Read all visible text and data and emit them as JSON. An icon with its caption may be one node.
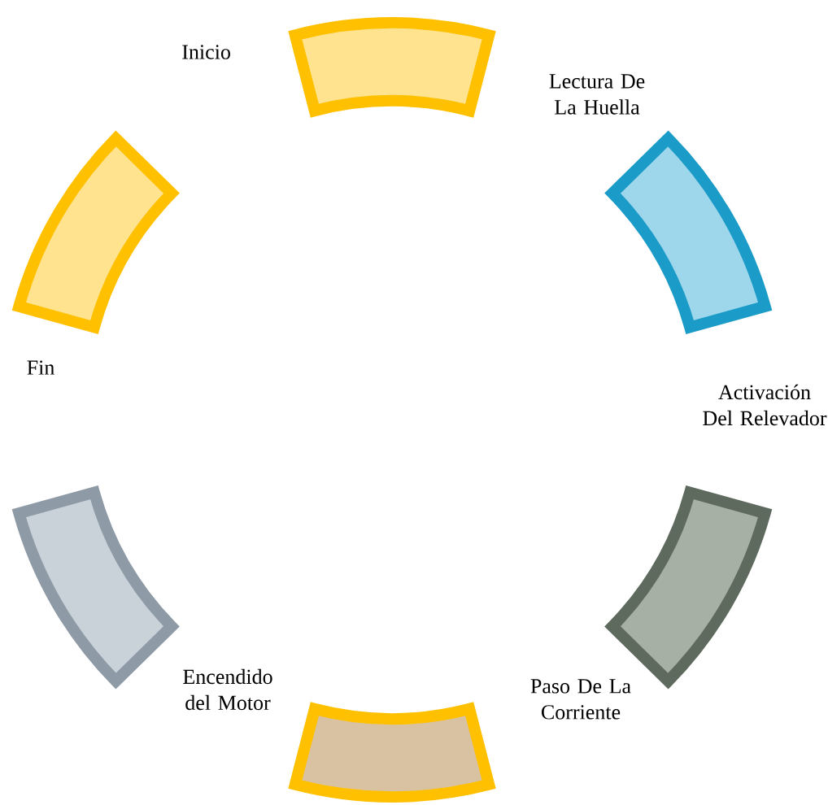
{
  "diagram": {
    "nodes": [
      {
        "text": [],
        "shape": "band"
      },
      {
        "text": [],
        "shape": "band"
      },
      {
        "text": [],
        "shape": "band"
      },
      {
        "text": [],
        "shape": "band"
      },
      {
        "text": [],
        "shape": "band"
      },
      {
        "text": [],
        "shape": "band"
      }
    ],
    "labels": [
      "Inicio",
      "Lectura De La Huella",
      "Fin",
      "Activación Del Relevador",
      "Encendido del Motor",
      "Paso De La Corriente"
    ]
  }
}
